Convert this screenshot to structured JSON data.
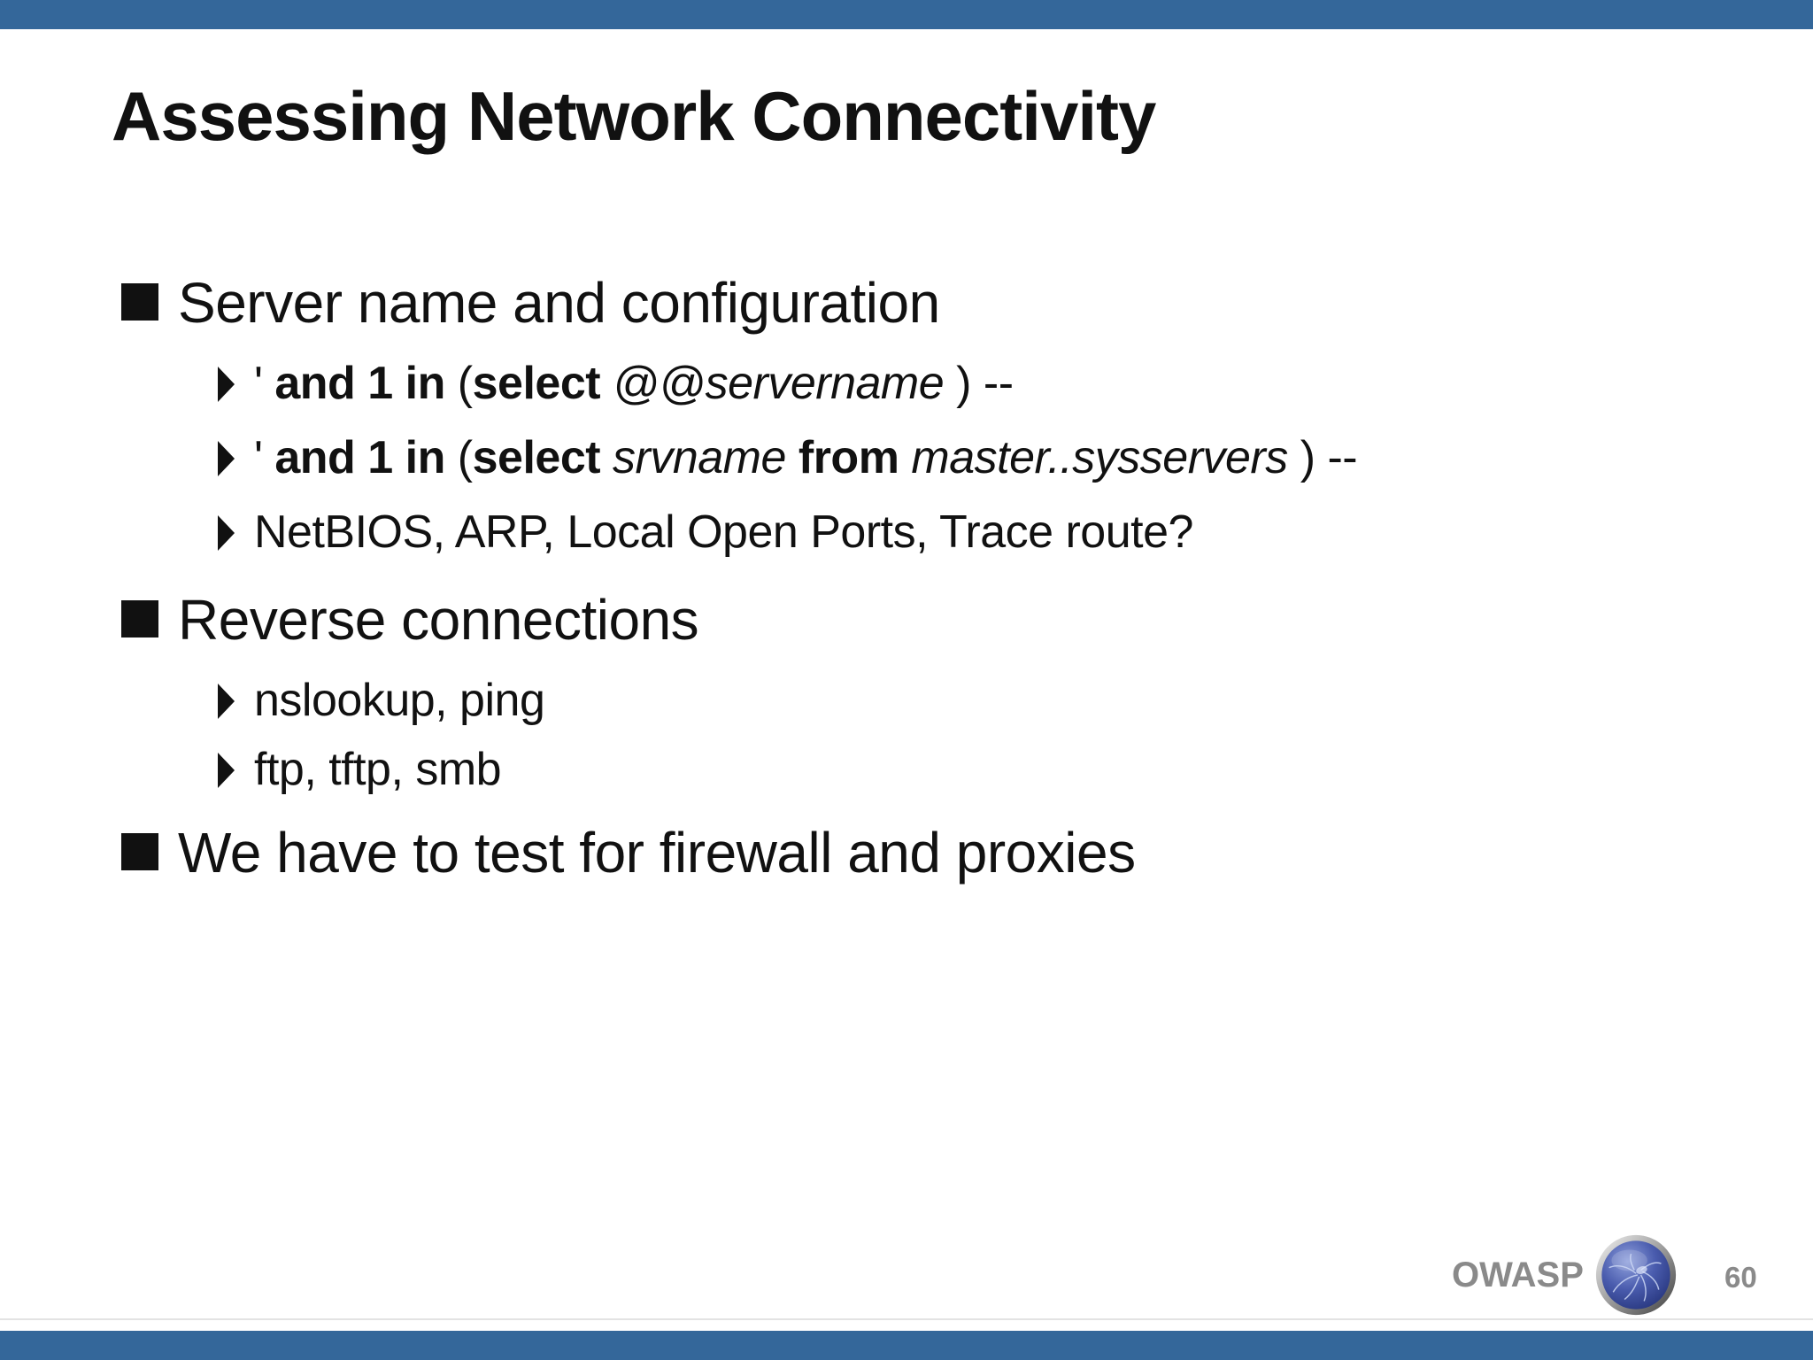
{
  "slide": {
    "title": "Assessing Network Connectivity",
    "colors": {
      "accent_blue": "#34679A",
      "text_black": "#111111",
      "footer_gray": "#8a8a8a"
    },
    "bullets": [
      {
        "label": "Server name and configuration",
        "children": [
          {
            "segments": [
              {
                "text": "' ",
                "style": "normal"
              },
              {
                "text": "and 1 in",
                "style": "bold"
              },
              {
                "text": " (",
                "style": "normal"
              },
              {
                "text": "select",
                "style": "bold"
              },
              {
                "text": " @@servername ",
                "style": "italic"
              },
              {
                "text": ") --",
                "style": "normal"
              }
            ]
          },
          {
            "segments": [
              {
                "text": "' ",
                "style": "normal"
              },
              {
                "text": "and 1 in",
                "style": "bold"
              },
              {
                "text": " (",
                "style": "normal"
              },
              {
                "text": "select",
                "style": "bold"
              },
              {
                "text": " srvname ",
                "style": "italic"
              },
              {
                "text": "from",
                "style": "bold"
              },
              {
                "text": " master..sysservers ",
                "style": "italic"
              },
              {
                "text": ") --",
                "style": "normal"
              }
            ]
          },
          {
            "segments": [
              {
                "text": "NetBIOS, ARP, Local Open Ports, Trace route?",
                "style": "normal"
              }
            ]
          }
        ]
      },
      {
        "label": "Reverse connections",
        "children": [
          {
            "segments": [
              {
                "text": "nslookup, ping",
                "style": "normal"
              }
            ]
          },
          {
            "segments": [
              {
                "text": "ftp, tftp, smb",
                "style": "normal"
              }
            ]
          }
        ]
      },
      {
        "label": "We have to test for firewall and proxies",
        "children": []
      }
    ],
    "footer": {
      "brand": "OWASP",
      "page_number": "60",
      "logo": "owasp-wasp-logo-icon"
    }
  }
}
